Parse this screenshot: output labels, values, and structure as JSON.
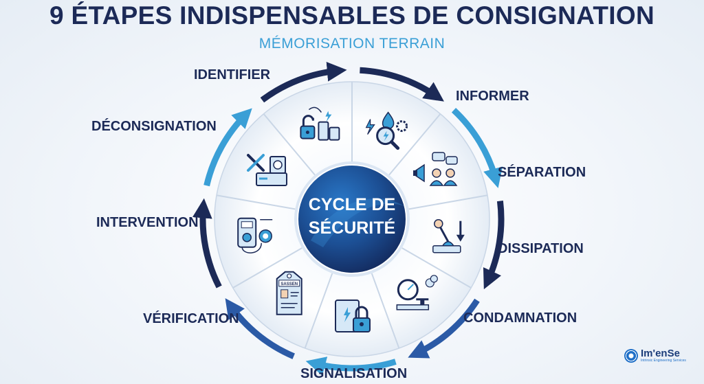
{
  "title": "9 ÉTAPES INDISPENSABLES DE CONSIGNATION",
  "subtitle": "MÉMORISATION TERRAIN",
  "center": {
    "line1": "CYCLE DE",
    "line2": "SÉCURITÉ"
  },
  "steps": [
    {
      "label": "IDENTIFIER",
      "icon": "identify-hazards-icon"
    },
    {
      "label": "INFORMER",
      "icon": "inform-team-icon"
    },
    {
      "label": "SÉPARATION",
      "icon": "lever-switch-icon"
    },
    {
      "label": "DISSIPATION",
      "icon": "pressure-gauge-valve-icon"
    },
    {
      "label": "CONDAMNATION",
      "icon": "padlock-cabinet-icon"
    },
    {
      "label": "SIGNALISATION",
      "icon": "warning-tag-icon",
      "tag_text": "SASSEN"
    },
    {
      "label": "VÉRIFICATION",
      "icon": "multimeter-icon"
    },
    {
      "label": "INTERVENTION",
      "icon": "tools-machine-icon"
    },
    {
      "label": "DÉCONSIGNATION",
      "icon": "unlock-equipment-icon"
    }
  ],
  "colors": {
    "title": "#1c2a57",
    "subtitle": "#3a9fd6",
    "arrow_dark": "#1c2a57",
    "arrow_light": "#3a9fd6",
    "center": "#1c3d7a"
  },
  "logo": {
    "name": "Im'enSe",
    "tagline": "Intrinsic Engineering Services"
  }
}
